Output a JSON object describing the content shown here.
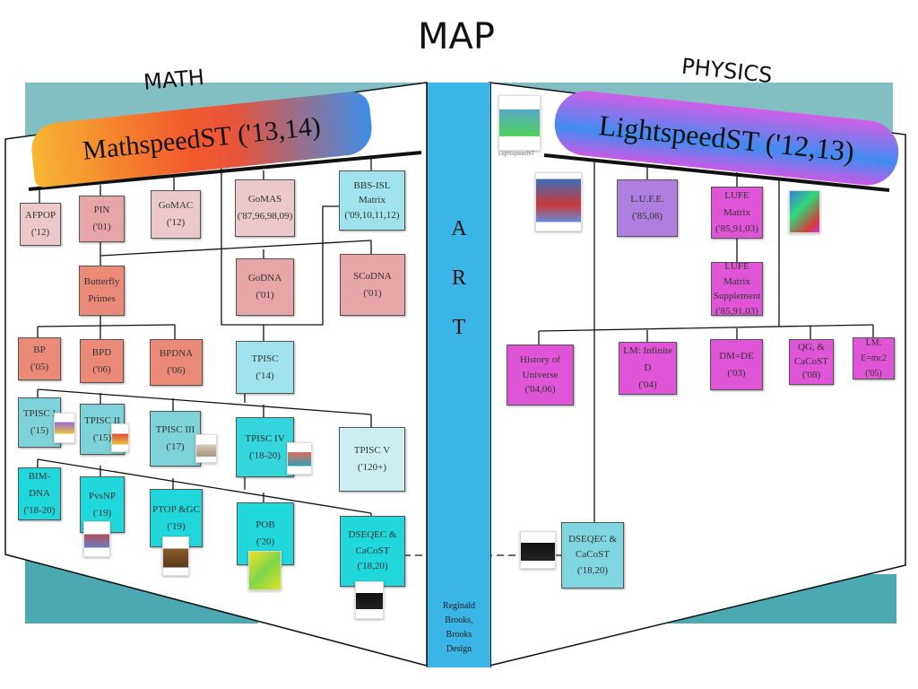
{
  "header": {
    "title": "MAP",
    "left_section": "MATH",
    "right_section": "PHYSICS"
  },
  "math": {
    "banner": "MathspeedST ('13,14)",
    "boxes": {
      "afpop": [
        "AFPOP",
        "('12)"
      ],
      "pin": [
        "PIN",
        "('01)"
      ],
      "gomac": [
        "GoMAC",
        "('12)"
      ],
      "gomas": [
        "GoMAS",
        "('87,96,98,09)"
      ],
      "bbs": [
        "BBS-ISL",
        "Matrix",
        "('09,10,11,12)"
      ],
      "butterfly": [
        "Butterfly",
        "Primes"
      ],
      "godna": [
        "GoDNA",
        "('01)"
      ],
      "scodna": [
        "SCoDNA",
        "('01)"
      ],
      "bp": [
        "BP",
        "('05)"
      ],
      "bpd": [
        "BPD",
        "('06)"
      ],
      "bpdna": [
        "BPDNA",
        "('06)"
      ],
      "tpisc": [
        "TPISC",
        "('14)"
      ],
      "tpisc1": [
        "TPISC I",
        "('15)"
      ],
      "tpisc2": [
        "TPISC II",
        "('15)"
      ],
      "tpisc3": [
        "TPISC III",
        "('17)"
      ],
      "tpisc4": [
        "TPISC IV",
        "('18-20)"
      ],
      "tpisc5": [
        "TPISC V",
        "('120+)"
      ],
      "bimdna": [
        "BIM-DNA",
        "('18-20)"
      ],
      "pvsnp": [
        "PvsNP",
        "('19)"
      ],
      "ptop": [
        "PTOP &GC",
        "('19)"
      ],
      "pob": [
        "POB",
        "('20)"
      ],
      "dseqec": [
        "DSEQEC &",
        "CaCoST",
        "('18,20)"
      ]
    }
  },
  "physics": {
    "banner": "LightspeedST ('12,13)",
    "thumb_caption": "LightspeedST",
    "boxes": {
      "lufe": [
        "L.U.F.E.",
        "('85,08)"
      ],
      "lufematrix": [
        "LUFE Matrix",
        "('85,91,03)"
      ],
      "lufesupp": [
        "LUFE Matrix",
        "Supplement",
        "('85,91,03)"
      ],
      "history": [
        "History of",
        "Universe",
        "('04,06)"
      ],
      "infinite": [
        "LM: Infinite D",
        "('04)"
      ],
      "dmde": [
        "DM=DE",
        "('03)"
      ],
      "qg": [
        "QG, &",
        "CaCoST",
        "('08)"
      ],
      "emc2": [
        "LM: E=mc2",
        "('05)"
      ],
      "dseqec": [
        "DSEQEC &",
        "CaCoST",
        "('18,20)"
      ]
    }
  },
  "spine": {
    "letters": [
      "A",
      "R",
      "T"
    ],
    "credit": [
      "Reginald",
      "Brooks,",
      "Brooks",
      "Design"
    ]
  },
  "colors": {
    "spine": "#3bb4e6",
    "math_pink": "#ecc8ca",
    "math_teal": "#20d8db",
    "physics_magenta": "#e055d8",
    "physics_purple": "#b07ee0"
  }
}
